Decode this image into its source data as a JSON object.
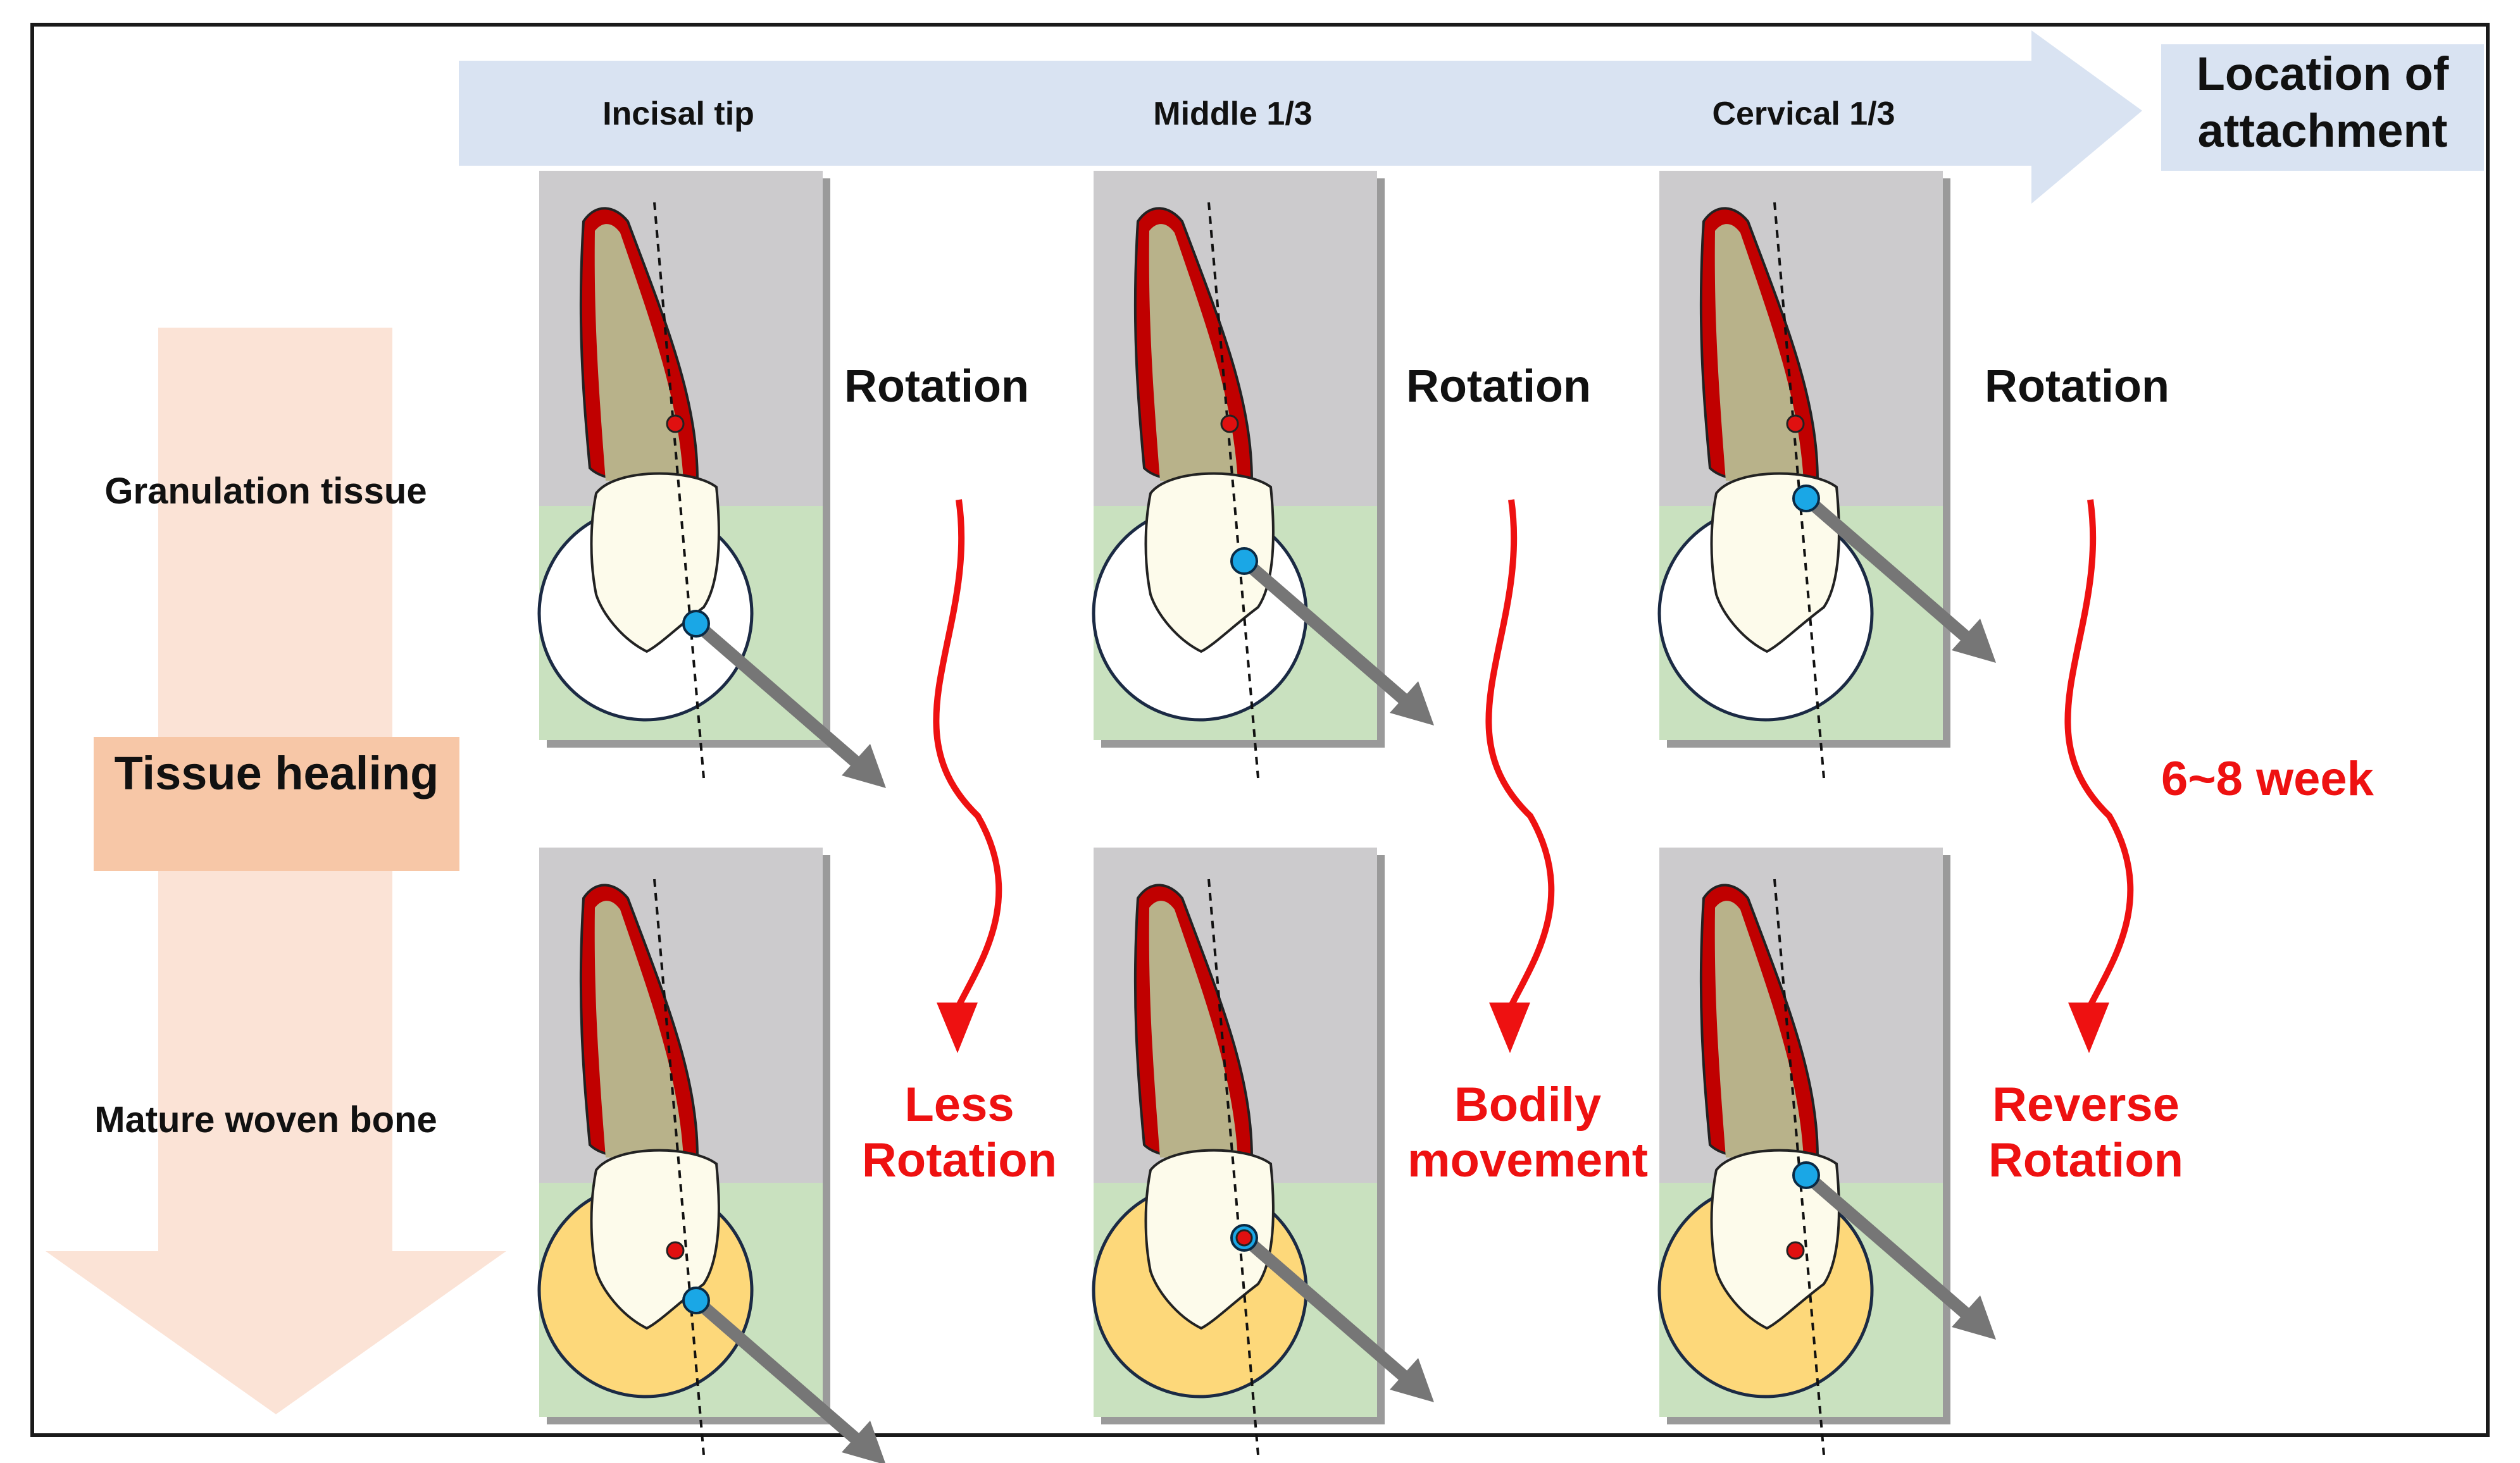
{
  "header": {
    "location_label": "Location of attachment",
    "columns": [
      "Incisal tip",
      "Middle 1/3",
      "Cervical 1/3"
    ]
  },
  "rows": {
    "top": "Granulation tissue",
    "bottom": "Mature woven bone",
    "process": "Tissue healing"
  },
  "rotation_label": "Rotation",
  "duration": "6~8 week",
  "results": [
    {
      "line1": "Less",
      "line2": "Rotation"
    },
    {
      "line1": "Bodily",
      "line2": "movement"
    },
    {
      "line1": "Reverse",
      "line2": "Rotation"
    }
  ],
  "colors": {
    "header_arrow": "#d9e3f2",
    "healing_arrow": "#fbe3d6",
    "healing_box": "#f7c7a7",
    "bone": "#cccbcd",
    "tissue": "#c9e1bf",
    "root_outline": "#c00000",
    "root_fill": "#b8b28a",
    "crown": "#fdfbeb",
    "granulation_circle": "#ffffff",
    "woven_bone_circle": "#fdd87a",
    "attachment_dot": "#1aa7e6",
    "center_dot": "#e01010",
    "force_arrow": "#767676",
    "red_text": "#ee1111"
  }
}
